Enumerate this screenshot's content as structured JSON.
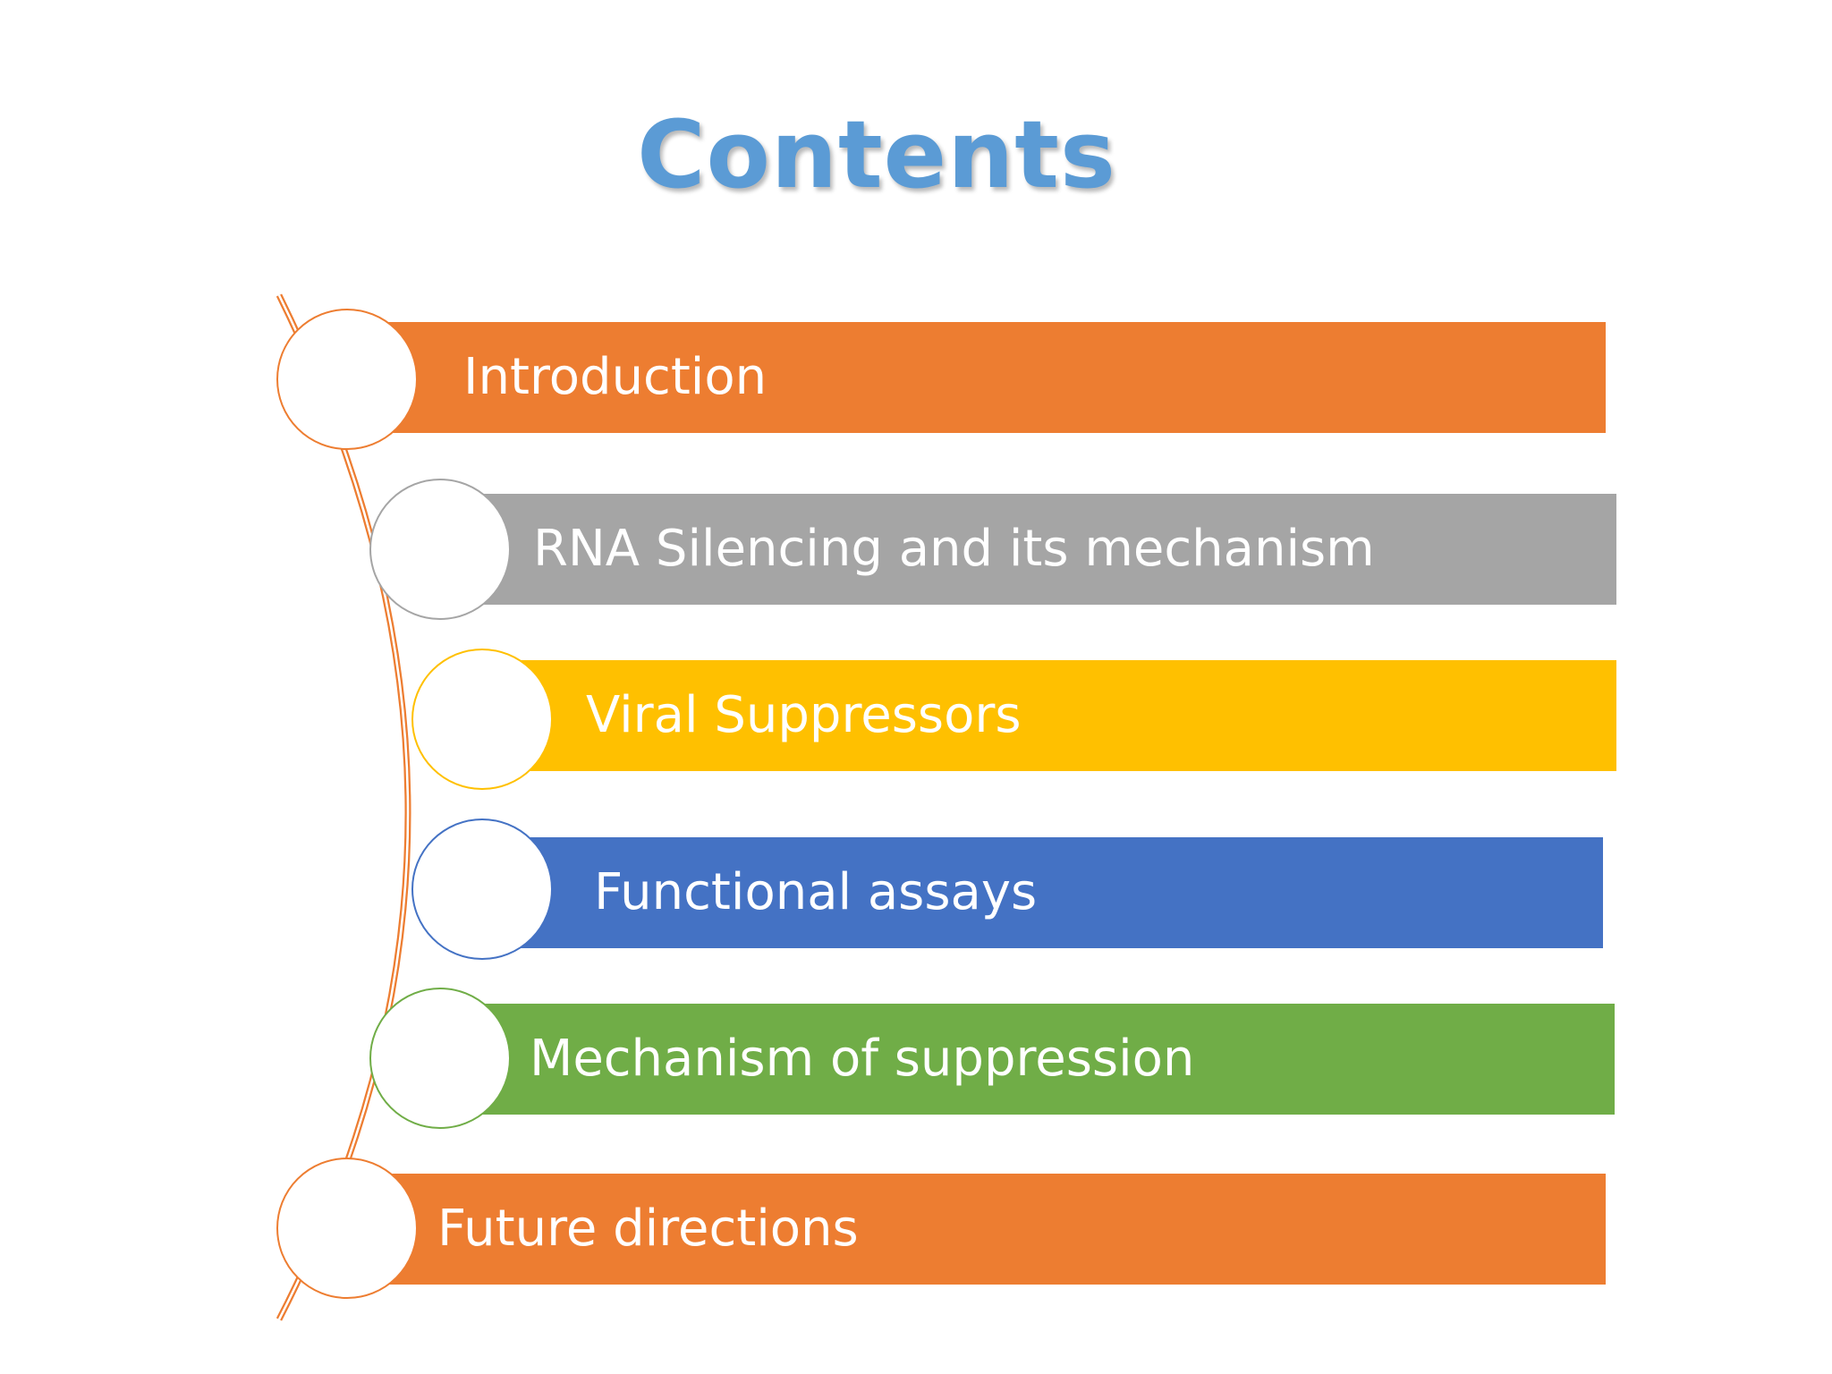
{
  "title": "Contents",
  "colors": {
    "title": "#5b9bd5",
    "orange": "#ed7d31",
    "gray": "#a5a5a5",
    "gold": "#ffc000",
    "blue": "#4472c4",
    "green": "#70ad47",
    "connector": "#ed7d31"
  },
  "items": [
    {
      "label": "Introduction",
      "color": "#ed7d31"
    },
    {
      "label": "RNA Silencing and its mechanism",
      "color": "#a5a5a5"
    },
    {
      "label": "Viral Suppressors",
      "color": "#ffc000"
    },
    {
      "label": "Functional assays",
      "color": "#4472c4"
    },
    {
      "label": "Mechanism of suppression",
      "color": "#70ad47"
    },
    {
      "label": "Future directions",
      "color": "#ed7d31"
    }
  ]
}
